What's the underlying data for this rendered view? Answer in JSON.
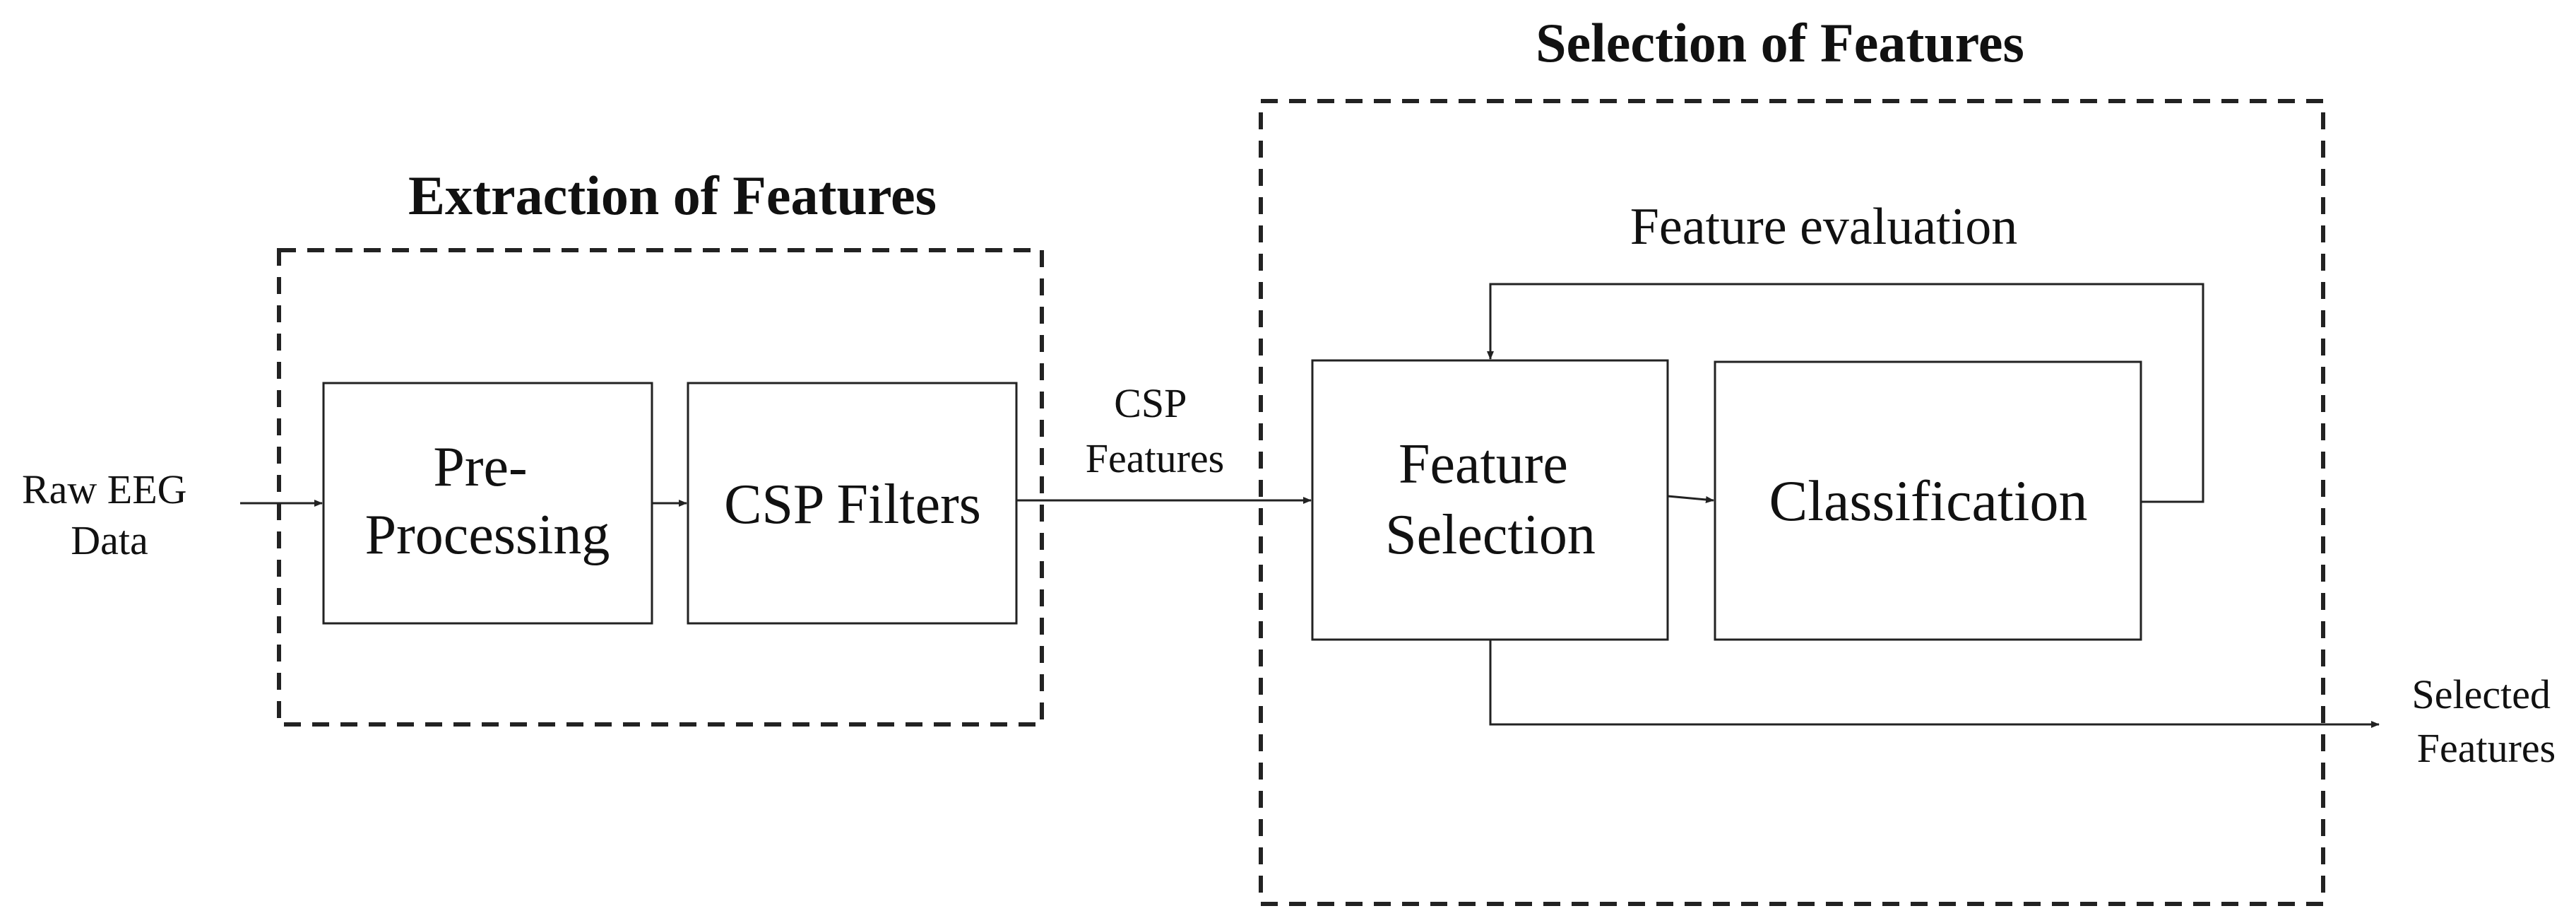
{
  "groups": {
    "extraction_title": "Extraction of Features",
    "selection_title": "Selection of Features"
  },
  "blocks": {
    "preprocessing": [
      "Pre-",
      "Processing"
    ],
    "csp_filters": "CSP Filters",
    "feature_selection": [
      "Feature",
      "Selection"
    ],
    "classification": "Classification"
  },
  "labels": {
    "raw_eeg": [
      "Raw EEG",
      "Data"
    ],
    "csp_features": [
      "CSP",
      "Features"
    ],
    "feature_evaluation": "Feature evaluation",
    "selected_features": [
      "Selected",
      "Features"
    ]
  },
  "colors": {
    "stroke": "#222222",
    "text": "#111111",
    "background": "#ffffff"
  }
}
